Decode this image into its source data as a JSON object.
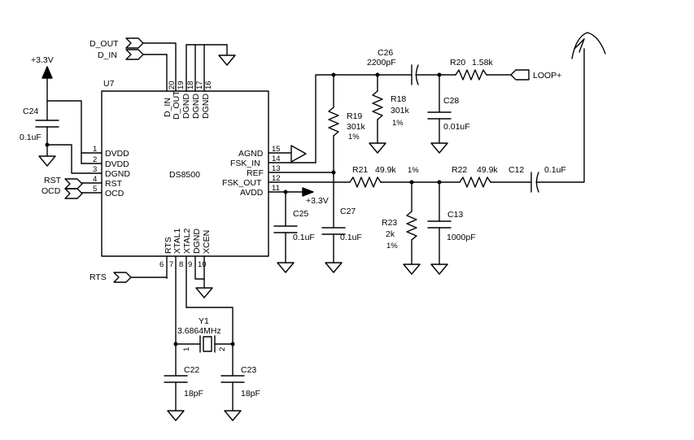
{
  "ic": {
    "ref": "U7",
    "part": "DS8500"
  },
  "power": {
    "supply_top": "+3.3V",
    "supply_avdd": "+3.3V"
  },
  "ports": {
    "d_out": "D_OUT",
    "d_in": "D_IN",
    "rst": "RST",
    "ocd": "OCD",
    "rts": "RTS",
    "loop_plus": "LOOP+"
  },
  "pins": {
    "left": [
      {
        "num": "1",
        "name": "DVDD"
      },
      {
        "num": "2",
        "name": "DVDD"
      },
      {
        "num": "3",
        "name": "DGND"
      },
      {
        "num": "4",
        "name": "RST"
      },
      {
        "num": "5",
        "name": "OCD"
      }
    ],
    "top": [
      {
        "num": "20",
        "name": "D_IN"
      },
      {
        "num": "19",
        "name": "D_OUT"
      },
      {
        "num": "18",
        "name": "DGND"
      },
      {
        "num": "17",
        "name": "DGND"
      },
      {
        "num": "16",
        "name": "DGND"
      }
    ],
    "right": [
      {
        "num": "15",
        "name": "AGND"
      },
      {
        "num": "14",
        "name": "FSK_IN"
      },
      {
        "num": "13",
        "name": "REF"
      },
      {
        "num": "12",
        "name": "FSK_OUT"
      },
      {
        "num": "11",
        "name": "AVDD"
      }
    ],
    "bottom": [
      {
        "num": "6",
        "name": "RTS"
      },
      {
        "num": "7",
        "name": "XTAL1"
      },
      {
        "num": "8",
        "name": "XTAL2"
      },
      {
        "num": "9",
        "name": "DGND"
      },
      {
        "num": "10",
        "name": "XCEN"
      }
    ]
  },
  "components": {
    "c24": {
      "ref": "C24",
      "value": "0.1uF"
    },
    "c26": {
      "ref": "C26",
      "value": "2200pF"
    },
    "r20": {
      "ref": "R20",
      "value": "1.58k"
    },
    "c28": {
      "ref": "C28",
      "value": "0.01uF"
    },
    "r19": {
      "ref": "R19",
      "value": "301k",
      "tol": "1%"
    },
    "r18": {
      "ref": "R18",
      "value": "301k",
      "tol": "1%"
    },
    "r21": {
      "ref": "R21",
      "value": "49.9k",
      "tol": "1%"
    },
    "r22": {
      "ref": "R22",
      "value": "49.9k"
    },
    "c12": {
      "ref": "C12",
      "value": "0.1uF"
    },
    "c25": {
      "ref": "C25",
      "value": "0.1uF"
    },
    "c27": {
      "ref": "C27",
      "value": "0.1uF"
    },
    "r23": {
      "ref": "R23",
      "value": "2k",
      "tol": "1%"
    },
    "c13": {
      "ref": "C13",
      "value": "1000pF"
    },
    "y1": {
      "ref": "Y1",
      "value": "3.6864MHz",
      "pin1": "1",
      "pin2": "2"
    },
    "c22": {
      "ref": "C22",
      "value": "18pF"
    },
    "c23": {
      "ref": "C23",
      "value": "18pF"
    }
  }
}
